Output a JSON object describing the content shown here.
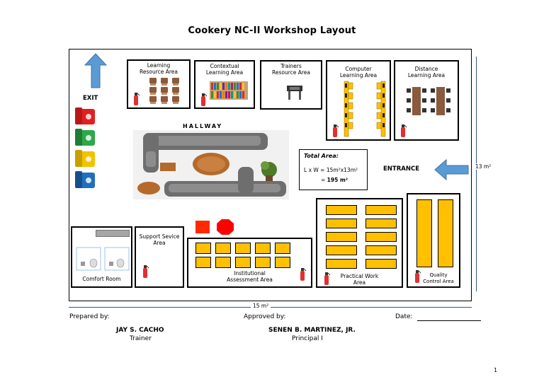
{
  "title": "Cookery NC-II Workshop Layout",
  "rooms": {
    "learning_resource": "Learning\nResource Area",
    "contextual_learning": "Contextual\nLearning Area",
    "trainers_resource": "Trainers\nResource Area",
    "computer_learning": "Computer\nLearning Area",
    "distance_learning": "Distance\nLearning Area",
    "comfort_room": "Comfort Room",
    "support_service": "Support Sevice\nArea",
    "institutional_assessment": "Institutional\nAssessment Area",
    "practical_work": "Practical Work\nArea",
    "quality_control": "Quality\nControl Area"
  },
  "labels": {
    "exit": "EXIT",
    "hallway": "HALLWAY",
    "entrance": "ENTRANCE",
    "width_dim": "15 m²",
    "height_dim": "13 m²"
  },
  "total_area": {
    "heading": "Total Area:",
    "formula": "L x W = 15m²x13m²",
    "result_prefix": "= ",
    "result_value": "195 m²"
  },
  "signatures": {
    "prepared_by_label": "Prepared by:",
    "approved_by_label": "Approved by:",
    "date_label": "Date:",
    "preparer_name": "JAY S. CACHO",
    "preparer_title": "Trainer",
    "approver_name": "SENEN B. MARTINEZ, JR.",
    "approver_title": "Principal I"
  },
  "page_number": "1",
  "colors": {
    "arrow_blue": "#5b9bd5",
    "furniture_yellow": "#ffc000",
    "extinguisher_red": "#e03030",
    "bin_red": "#e02020",
    "bin_green": "#2ea84a",
    "bin_yellow": "#f2c200",
    "bin_blue": "#1f6fc0",
    "wood": "#8b5a3c",
    "sofa_gray": "#6e6e6e"
  },
  "icons": [
    "exit-arrow-icon",
    "entrance-arrow-icon",
    "fire-extinguisher-icon",
    "trash-bin-icon",
    "toilet-icon",
    "sofa-icon",
    "table-icon",
    "bookshelf-icon",
    "chair-icon",
    "desk-icon"
  ]
}
